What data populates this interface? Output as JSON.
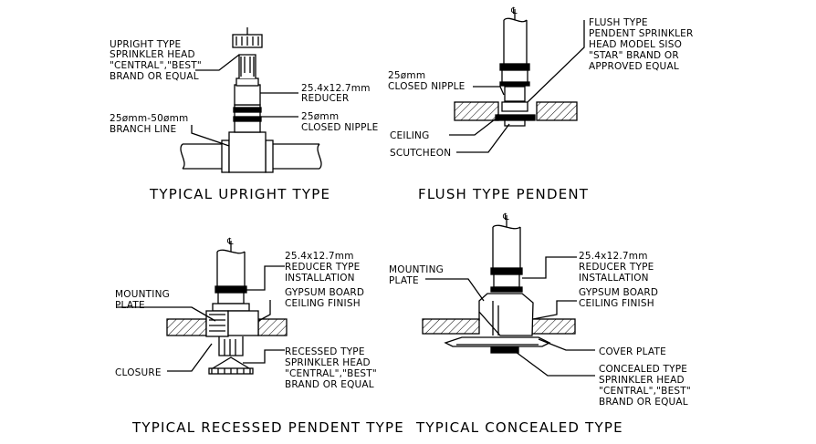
{
  "centerline_mark": "℄",
  "titles": {
    "upright": "TYPICAL UPRIGHT TYPE",
    "flush": "FLUSH TYPE PENDENT",
    "recessed": "TYPICAL RECESSED PENDENT TYPE",
    "concealed": "TYPICAL CONCEALED TYPE"
  },
  "upright": {
    "head": [
      "UPRIGHT TYPE",
      "SPRINKLER HEAD",
      "\"CENTRAL\",\"BEST\"",
      "BRAND OR EQUAL"
    ],
    "reducer": [
      "25.4x12.7mm",
      "REDUCER"
    ],
    "nipple": [
      "25ømm",
      "CLOSED NIPPLE"
    ],
    "branch": [
      "25ømm-50ømm",
      "BRANCH LINE"
    ]
  },
  "flush": {
    "head": [
      "FLUSH TYPE",
      "PENDENT SPRINKLER",
      "HEAD MODEL SISO",
      "\"STAR\" BRAND OR",
      "APPROVED EQUAL"
    ],
    "nipple": [
      "25ømm",
      "CLOSED NIPPLE"
    ],
    "ceiling": "CEILING",
    "scutcheon": "SCUTCHEON"
  },
  "recessed": {
    "reducer": [
      "25.4x12.7mm",
      "REDUCER TYPE",
      "INSTALLATION"
    ],
    "mounting": [
      "MOUNTING",
      "PLATE"
    ],
    "gypsum": [
      "GYPSUM BOARD",
      "CEILING FINISH"
    ],
    "closure": "CLOSURE",
    "head": [
      "RECESSED TYPE",
      "SPRINKLER HEAD",
      "\"CENTRAL\",\"BEST\"",
      "BRAND OR EQUAL"
    ]
  },
  "concealed": {
    "mounting": [
      "MOUNTING",
      "PLATE"
    ],
    "reducer": [
      "25.4x12.7mm",
      "REDUCER TYPE",
      "INSTALLATION"
    ],
    "gypsum": [
      "GYPSUM BOARD",
      "CEILING FINISH"
    ],
    "cover": "COVER PLATE",
    "head": [
      "CONCEALED TYPE",
      "SPRINKLER HEAD",
      "\"CENTRAL\",\"BEST\"",
      "BRAND OR EQUAL"
    ]
  }
}
